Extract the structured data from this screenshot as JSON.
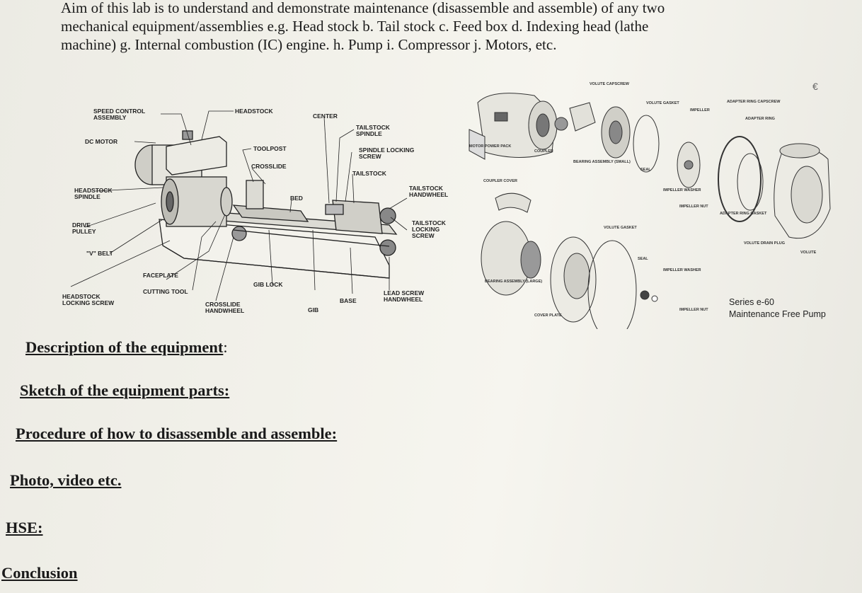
{
  "intro": {
    "line1": "Aim of this lab is to understand and demonstrate maintenance (disassemble and assemble) of any two",
    "line2": "mechanical equipment/assemblies e.g. Head stock b. Tail stock c. Feed box d. Indexing head (lathe",
    "line3": "machine) g. Internal combustion (IC) engine. h. Pump i. Compressor j. Motors, etc."
  },
  "lathe": {
    "labels": {
      "speed_control_1": "SPEED CONTROL",
      "speed_control_2": "ASSEMBLY",
      "headstock": "HEADSTOCK",
      "center": "CENTER",
      "tailstock_spindle_1": "TAILSTOCK",
      "tailstock_spindle_2": "SPINDLE",
      "dc_motor": "DC MOTOR",
      "toolpost": "TOOLPOST",
      "spindle_locking_1": "SPINDLE LOCKING",
      "spindle_locking_2": "SCREW",
      "crossslide": "CROSSLIDE",
      "tailstock": "TAILSTOCK",
      "headstock_spindle_1": "HEADSTOCK",
      "headstock_spindle_2": "SPINDLE",
      "bed": "BED",
      "tailstock_handwheel_1": "TAILSTOCK",
      "tailstock_handwheel_2": "HANDWHEEL",
      "drive_pulley_1": "DRIVE",
      "drive_pulley_2": "PULLEY",
      "tailstock_locking_1": "TAILSTOCK",
      "tailstock_locking_2": "LOCKING",
      "tailstock_locking_3": "SCREW",
      "v_belt": "\"V\" BELT",
      "faceplate": "FACEPLATE",
      "gib_lock": "GIB LOCK",
      "headstock_locking_1": "HEADSTOCK",
      "headstock_locking_2": "LOCKING SCREW",
      "cutting_tool": "CUTTING TOOL",
      "crossslide_handwheel_1": "CROSSLIDE",
      "crossslide_handwheel_2": "HANDWHEEL",
      "gib": "GIB",
      "base": "BASE",
      "lead_screw_1": "LEAD SCREW",
      "lead_screw_2": "HANDWHEEL"
    }
  },
  "pump": {
    "corner_mark": "€",
    "labels": {
      "volute_capscrew": "VOLUTE CAPSCREW",
      "volute_gasket": "VOLUTE GASKET",
      "impeller": "IMPELLER",
      "adapter_ring_capscrew": "ADAPTER RING CAPSCREW",
      "adapter_ring": "ADAPTER RING",
      "motor_power_pack": "MOTOR POWER PACK",
      "coupler": "COUPLER",
      "bearing_assembly_small": "BEARING ASSEMBLY (SMALL)",
      "seal": "SEAL",
      "coupler_cover": "COUPLER COVER",
      "impeller_washer": "IMPELLER WASHER",
      "impeller_nut": "IMPELLER NUT",
      "adapter_ring_gasket": "ADAPTER RING GASKET",
      "volute_drain_plug": "VOLUTE DRAIN PLUG",
      "volute": "VOLUTE",
      "volute_gasket_2": "VOLUTE GASKET",
      "bearing_assembly_large": "BEARING ASSEMBLY (LARGE)",
      "seal_2": "SEAL",
      "impeller_washer_2": "IMPELLER WASHER",
      "impeller_nut_2": "IMPELLER NUT",
      "cover_plate": "COVER PLATE"
    },
    "caption_line1": "Series e-60",
    "caption_line2": "Maintenance Free Pump"
  },
  "sections": {
    "description": "Description of the equipment",
    "description_suffix": ":",
    "sketch": "Sketch of the equipment parts:",
    "procedure": "Procedure of how to disassemble and assemble:",
    "photo": "Photo, video etc.",
    "hse": "HSE:",
    "conclusion": "Conclusion"
  }
}
